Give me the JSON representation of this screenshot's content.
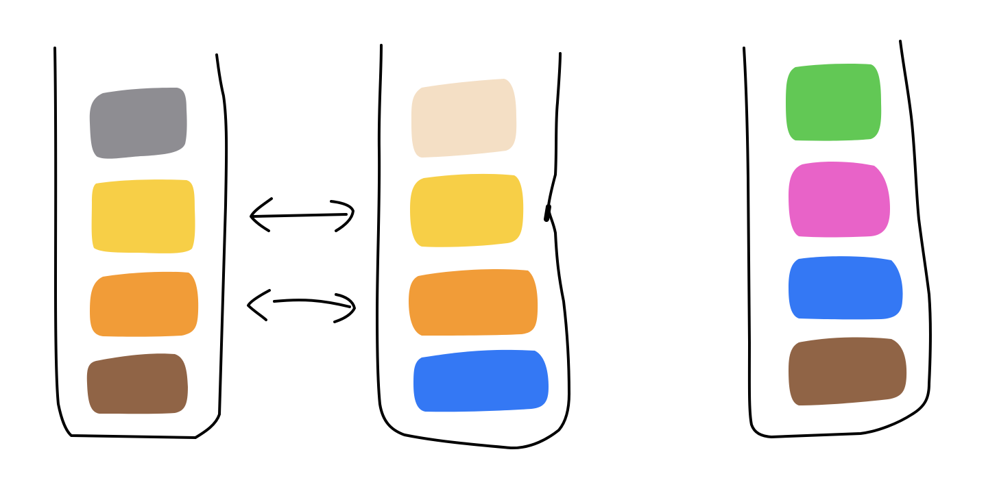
{
  "columns": [
    {
      "id": "column-left",
      "blocks": [
        {
          "name": "swatch-gray",
          "color": "#8e8d92"
        },
        {
          "name": "swatch-yellow",
          "color": "#f7cf47"
        },
        {
          "name": "swatch-orange",
          "color": "#f19c38"
        },
        {
          "name": "swatch-brown",
          "color": "#906446"
        }
      ]
    },
    {
      "id": "column-middle",
      "blocks": [
        {
          "name": "swatch-beige",
          "color": "#f4dfc5"
        },
        {
          "name": "swatch-yellow",
          "color": "#f7cf47"
        },
        {
          "name": "swatch-orange",
          "color": "#f19c38"
        },
        {
          "name": "swatch-blue",
          "color": "#3478f4"
        }
      ]
    },
    {
      "id": "column-right",
      "blocks": [
        {
          "name": "swatch-green",
          "color": "#62c855"
        },
        {
          "name": "swatch-pink",
          "color": "#e863c8"
        },
        {
          "name": "swatch-blue",
          "color": "#3478f4"
        },
        {
          "name": "swatch-brown",
          "color": "#906446"
        }
      ]
    }
  ],
  "connectors": [
    {
      "name": "double-arrow-top",
      "from": "column-left",
      "to": "column-middle",
      "links": "swatch-yellow"
    },
    {
      "name": "double-arrow-bottom",
      "from": "column-left",
      "to": "column-middle",
      "links": "swatch-orange"
    }
  ],
  "colors": {
    "outline": "#000000",
    "background": "#ffffff"
  }
}
